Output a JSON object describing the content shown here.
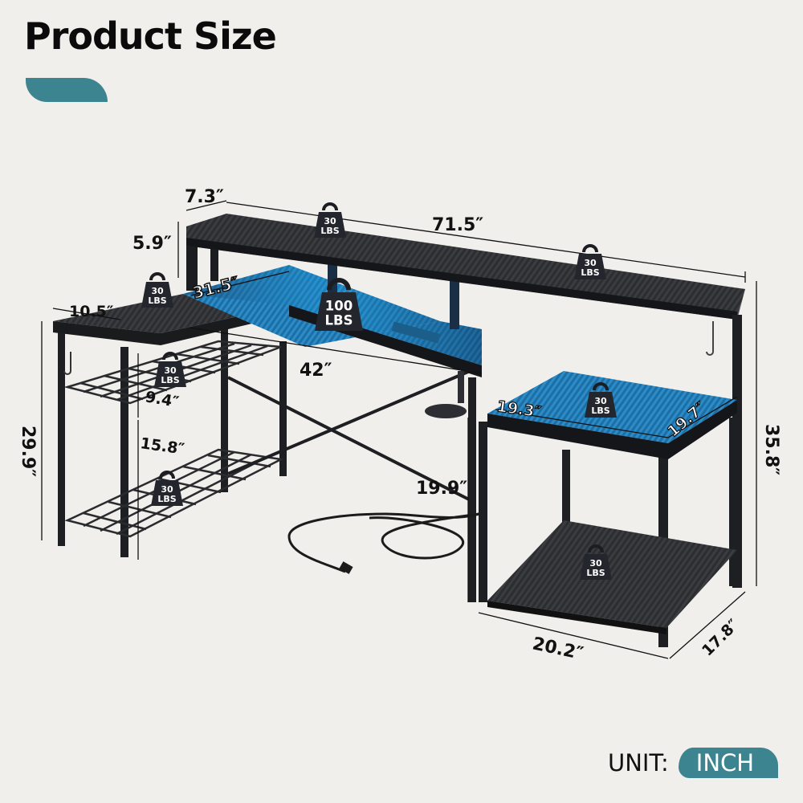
{
  "header": {
    "title": "Product Size",
    "accent_color": "#3d8491"
  },
  "dimensions": {
    "hutch_depth": "7.3″",
    "hutch_length": "71.5″",
    "hutch_height": "5.9″",
    "left_top_width": "31.5″",
    "left_top_depth": "10.5″",
    "desk_length": "42″",
    "basket_gap": "9.4″",
    "basket_height": "15.8″",
    "left_height": "29.9″",
    "cabinet_top_width": "19.3″",
    "cabinet_top_depth": "19.7″",
    "knee_height": "19.9″",
    "total_height": "35.8″",
    "cabinet_width": "20.2″",
    "cabinet_depth": "17.8″"
  },
  "weights": [
    {
      "value": "30",
      "unit": "LBS",
      "location": "hutch-left"
    },
    {
      "value": "30",
      "unit": "LBS",
      "location": "hutch-right"
    },
    {
      "value": "30",
      "unit": "LBS",
      "location": "left-top"
    },
    {
      "value": "100",
      "unit": "LBS",
      "location": "main-desk"
    },
    {
      "value": "30",
      "unit": "LBS",
      "location": "upper-basket"
    },
    {
      "value": "30",
      "unit": "LBS",
      "location": "lower-basket"
    },
    {
      "value": "30",
      "unit": "LBS",
      "location": "cabinet-top"
    },
    {
      "value": "30",
      "unit": "LBS",
      "location": "cabinet-bottom"
    }
  ],
  "unit": {
    "label": "UNIT:",
    "value": "INCH"
  }
}
